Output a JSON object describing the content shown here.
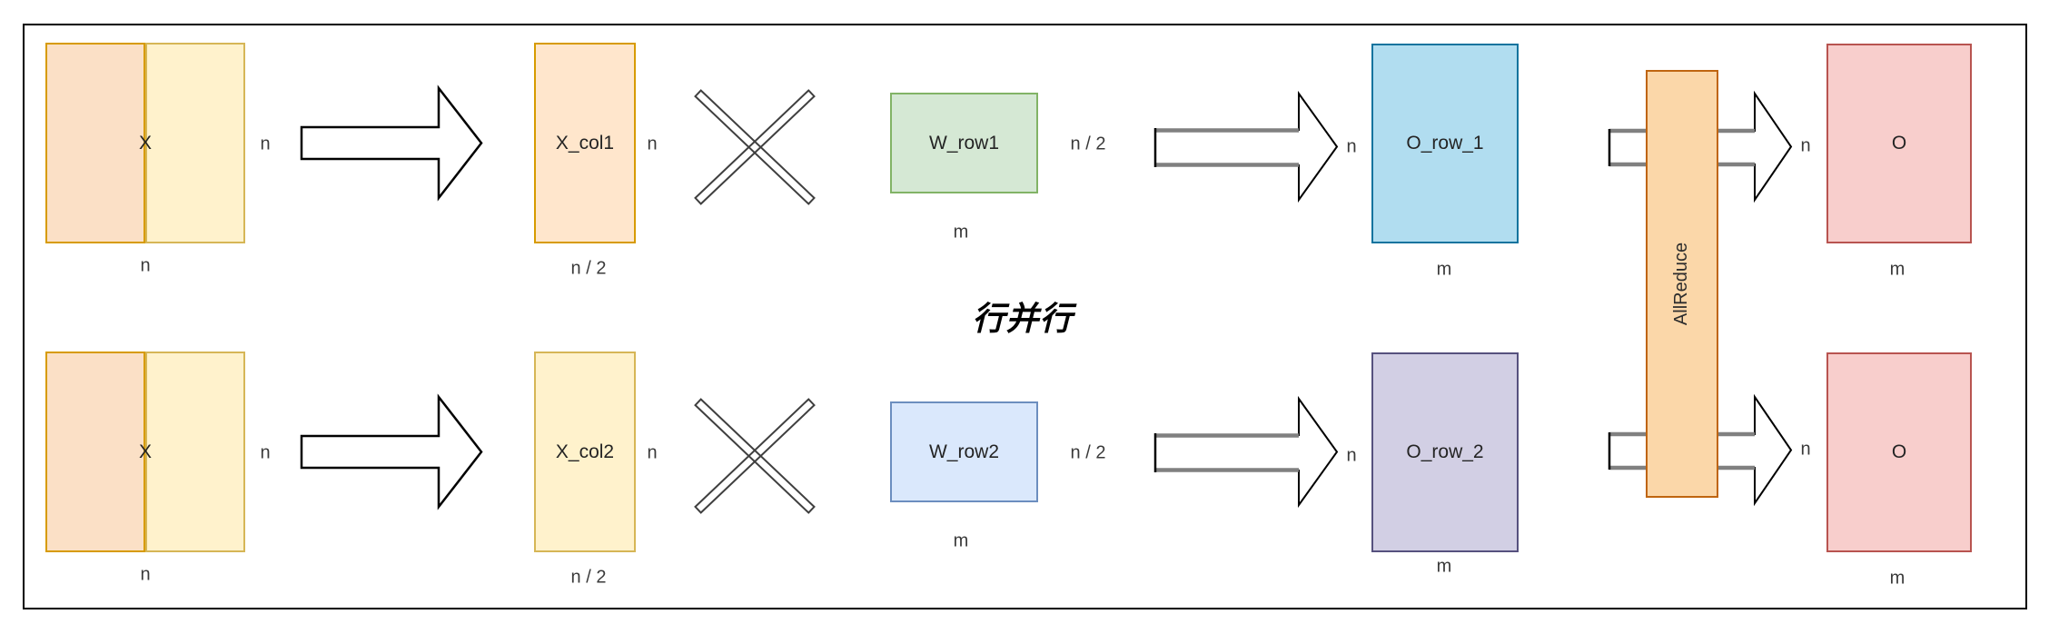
{
  "center_label": "行并行",
  "allreduce": {
    "label": "AllReduce",
    "fill": "#fbd7a9",
    "stroke": "#bf6510"
  },
  "rows": [
    {
      "x_matrix_label": "X",
      "x_matrix_dim_right": "n",
      "x_matrix_dim_bottom": "n",
      "x_col_label": "X_col1",
      "x_col_dim_right": "n",
      "x_col_dim_bottom": "n / 2",
      "w_label": "W_row1",
      "w_dim_right": "n / 2",
      "w_dim_bottom": "m",
      "matmul_result_dim": "n",
      "o_row_label": "O_row_1",
      "o_row_dim_bottom": "m",
      "reduce_result_dim": "n",
      "o_label": "O",
      "o_dim_bottom": "m"
    },
    {
      "x_matrix_label": "X",
      "x_matrix_dim_right": "n",
      "x_matrix_dim_bottom": "n",
      "x_col_label": "X_col2",
      "x_col_dim_right": "n",
      "x_col_dim_bottom": "n / 2",
      "w_label": "W_row2",
      "w_dim_right": "n / 2",
      "w_dim_bottom": "m",
      "matmul_result_dim": "n",
      "o_row_label": "O_row_2",
      "o_row_dim_bottom": "m",
      "reduce_result_dim": "n",
      "o_label": "O",
      "o_dim_bottom": "m"
    }
  ],
  "colors": {
    "x_matrix_left_half_fill": "#fbe0c6",
    "x_matrix_left_half_stroke": "#d79b00",
    "x_matrix_right_half_fill": "#fff2cc",
    "x_matrix_right_half_stroke": "#d6b656",
    "x_col1_fill": "#ffe6cc",
    "x_col1_stroke": "#d79b00",
    "x_col2_fill": "#fff2cc",
    "x_col2_stroke": "#d6b656",
    "w_row1_fill": "#d5e8d4",
    "w_row1_stroke": "#82b366",
    "w_row2_fill": "#dae8fc",
    "w_row2_stroke": "#6c8ebf",
    "o_row1_fill": "#b1ddf0",
    "o_row1_stroke": "#10739e",
    "o_row2_fill": "#d2cfe4",
    "o_row2_stroke": "#56517e",
    "o_fill": "#f8cecc",
    "o_stroke": "#b85450"
  }
}
